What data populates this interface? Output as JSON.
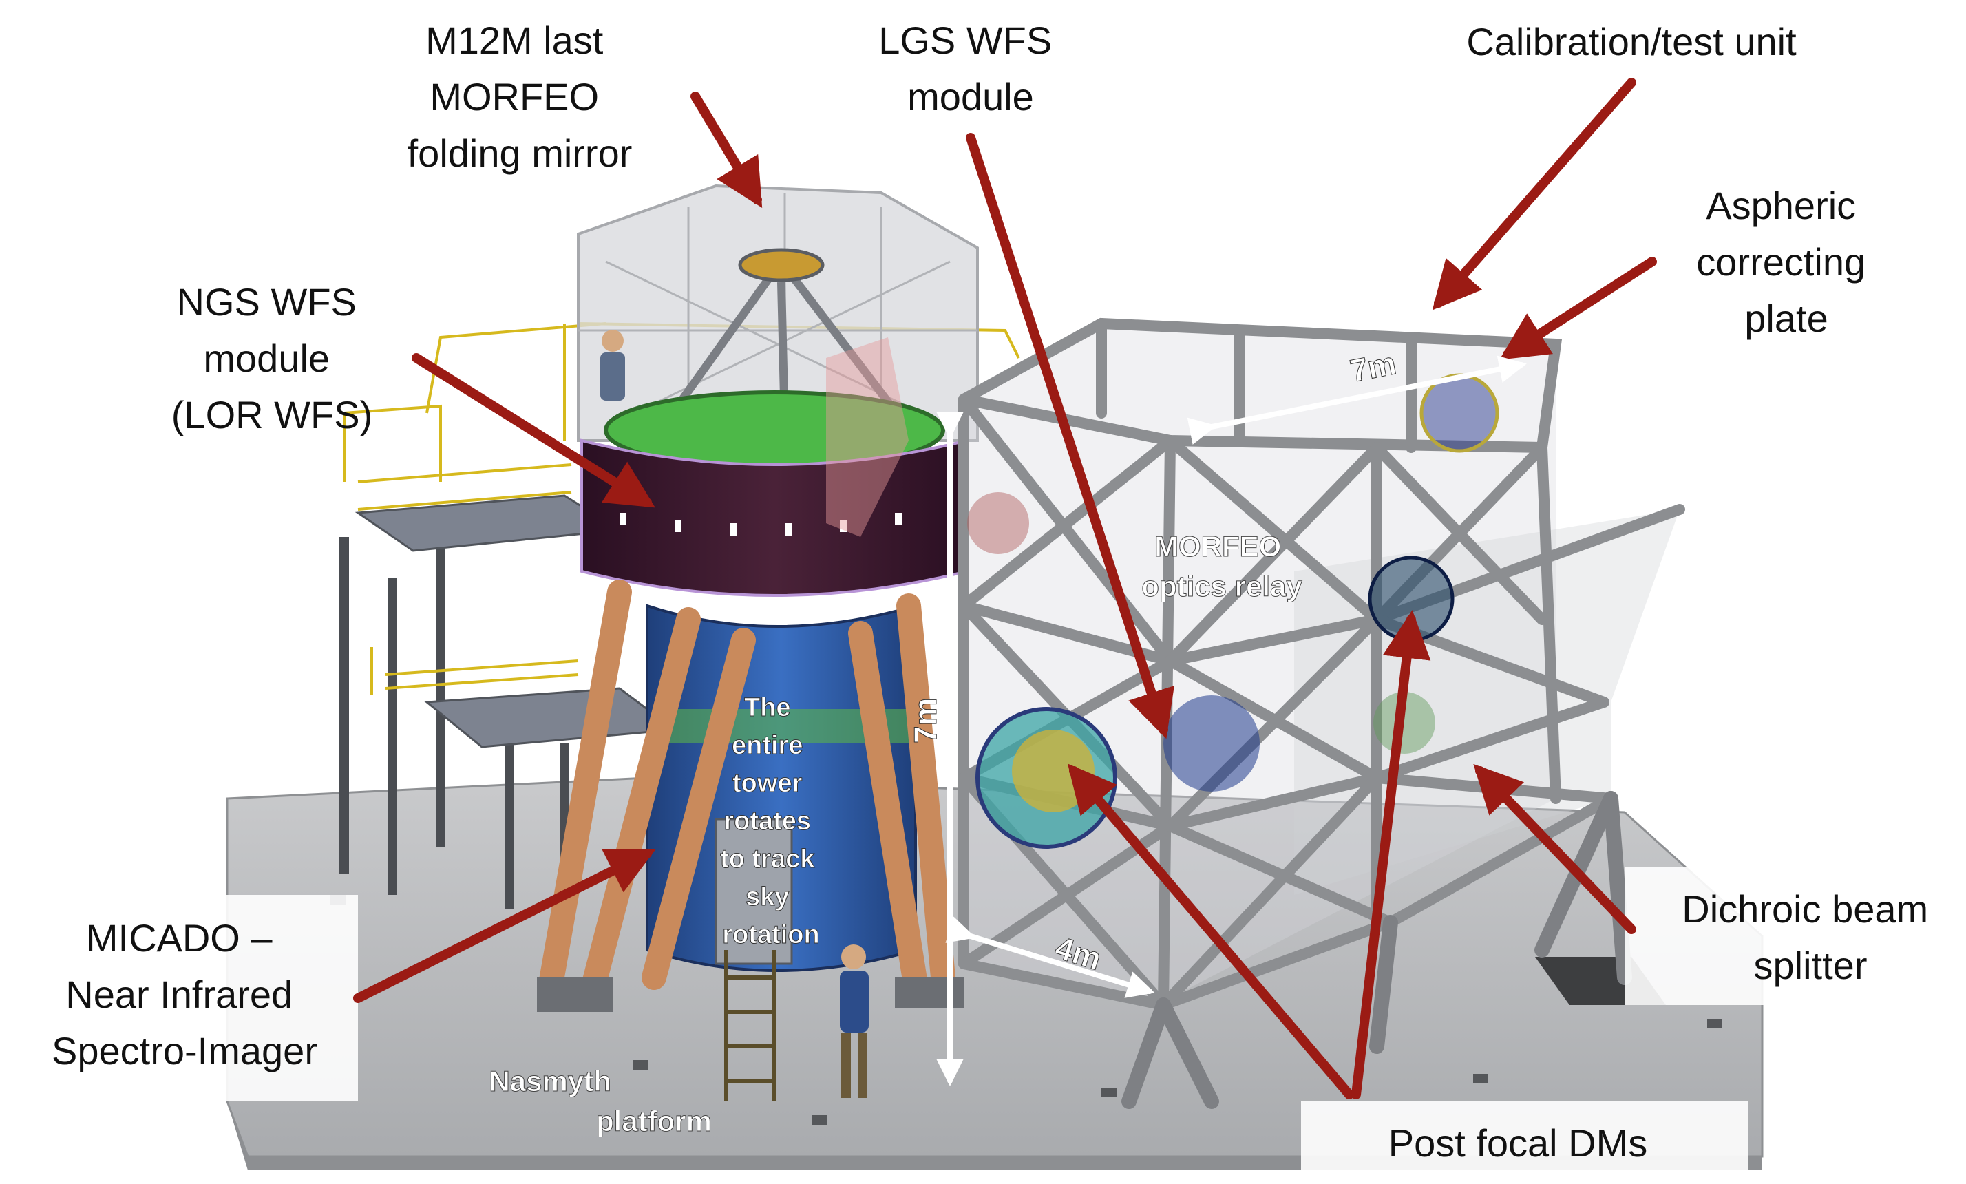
{
  "labels": {
    "m12m": [
      "M12M last",
      "MORFEO",
      "folding mirror"
    ],
    "lgs": [
      "LGS WFS",
      "module"
    ],
    "calib": [
      "Calibration/test unit"
    ],
    "aspheric": [
      "Aspheric",
      "correcting",
      "plate"
    ],
    "ngs": [
      "NGS WFS",
      "module",
      "(LOR WFS)"
    ],
    "micado": [
      "MICADO –",
      "Near Infrared",
      "Spectro-Imager"
    ],
    "dichroic": [
      "Dichroic beam",
      "splitter"
    ],
    "postfocal": [
      "Post focal DMs"
    ],
    "relay": [
      "MORFEO",
      "optics relay"
    ],
    "tower": [
      "The",
      "entire",
      "tower",
      "rotates",
      "to track",
      "sky",
      "rotation"
    ],
    "nasmyth": [
      "Nasmyth",
      "platform"
    ]
  },
  "dimensions": {
    "width": "7m",
    "height": "7m",
    "depth": "4m"
  },
  "colors": {
    "arrow": "#9b1b14",
    "frame": "#8c8e91",
    "tower": "#3b1a2e",
    "ring": "#4db848",
    "strut": "#c98a5c",
    "base": "#2b5aa8"
  }
}
